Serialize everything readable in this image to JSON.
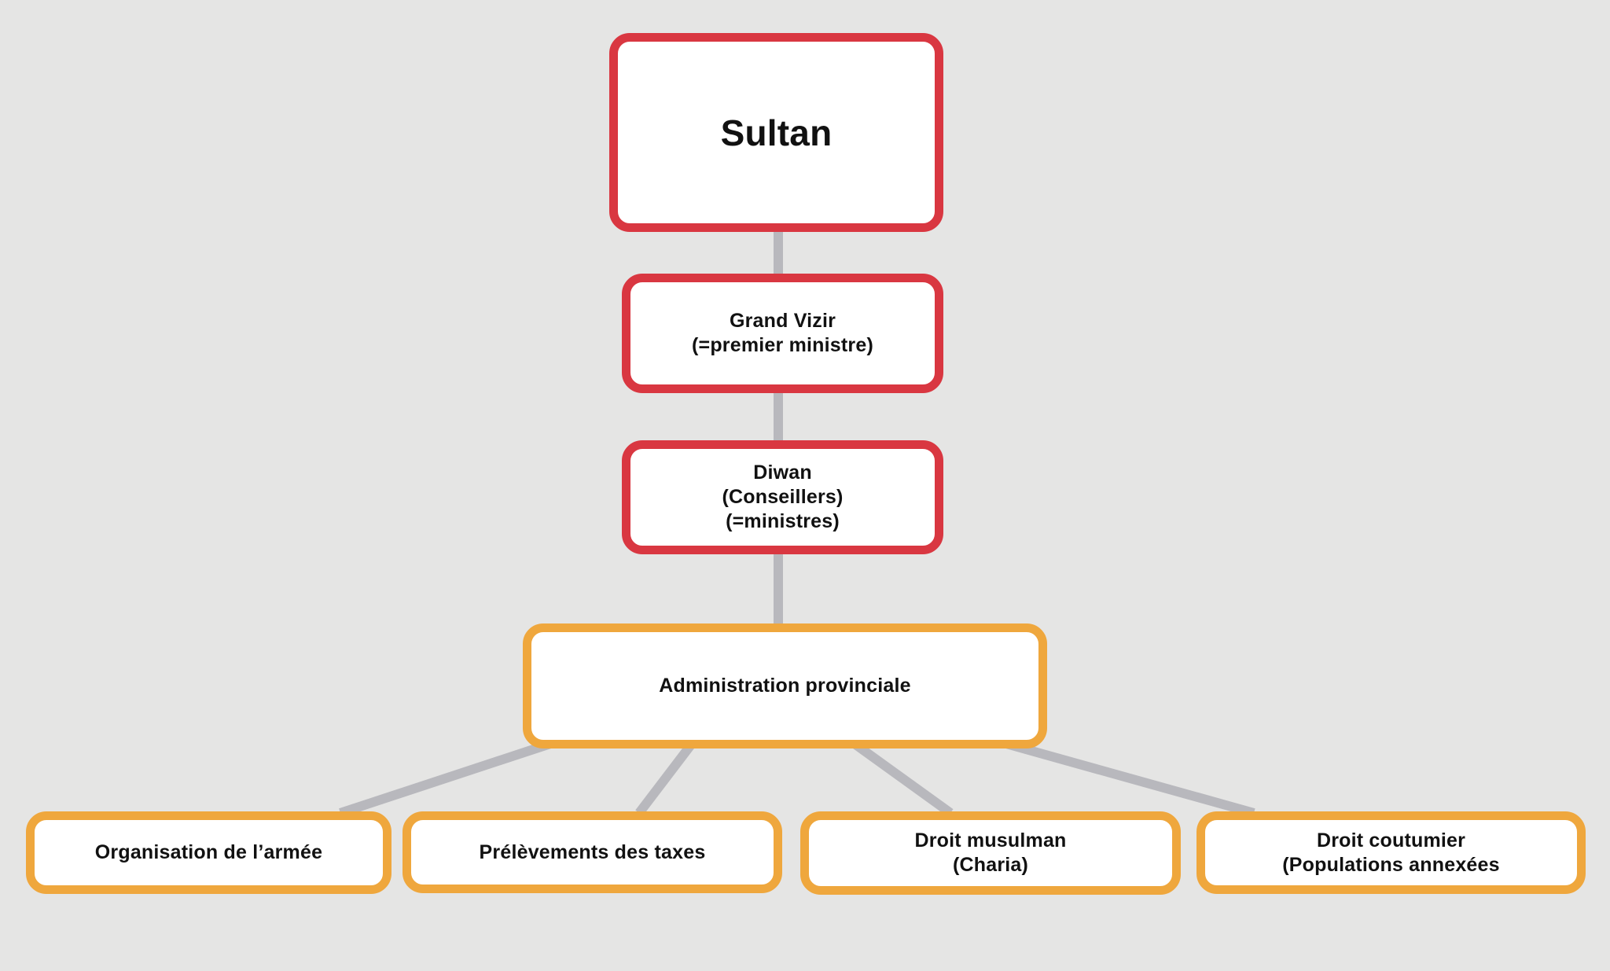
{
  "colors": {
    "background": "#e5e5e4",
    "red": "#d93741",
    "orange": "#efa73d",
    "connector": "#b8b8bd",
    "text": "#111111",
    "box_fill": "#ffffff"
  },
  "diagram": {
    "type": "org-chart",
    "nodes": {
      "sultan": {
        "lines": [
          "Sultan"
        ],
        "border_color": "red",
        "level": 1
      },
      "grand_vizir": {
        "lines": [
          "Grand Vizir",
          "(=premier ministre)"
        ],
        "border_color": "red",
        "level": 2
      },
      "diwan": {
        "lines": [
          "Diwan",
          "(Conseillers)",
          "(=ministres)"
        ],
        "border_color": "red",
        "level": 3
      },
      "administration": {
        "lines": [
          "Administration provinciale"
        ],
        "border_color": "orange",
        "level": 4
      },
      "armee": {
        "lines": [
          "Organisation de l’armée"
        ],
        "border_color": "orange",
        "level": 5
      },
      "taxes": {
        "lines": [
          "Prélèvements des taxes"
        ],
        "border_color": "orange",
        "level": 5
      },
      "droit_musulman": {
        "lines": [
          "Droit musulman",
          "(Charia)"
        ],
        "border_color": "orange",
        "level": 5
      },
      "droit_coutumier": {
        "lines": [
          "Droit coutumier",
          "(Populations annexées"
        ],
        "border_color": "orange",
        "level": 5
      }
    },
    "edges": [
      {
        "from": "sultan",
        "to": "grand_vizir"
      },
      {
        "from": "grand_vizir",
        "to": "diwan"
      },
      {
        "from": "diwan",
        "to": "administration"
      },
      {
        "from": "administration",
        "to": "armee"
      },
      {
        "from": "administration",
        "to": "taxes"
      },
      {
        "from": "administration",
        "to": "droit_musulman"
      },
      {
        "from": "administration",
        "to": "droit_coutumier"
      }
    ]
  }
}
